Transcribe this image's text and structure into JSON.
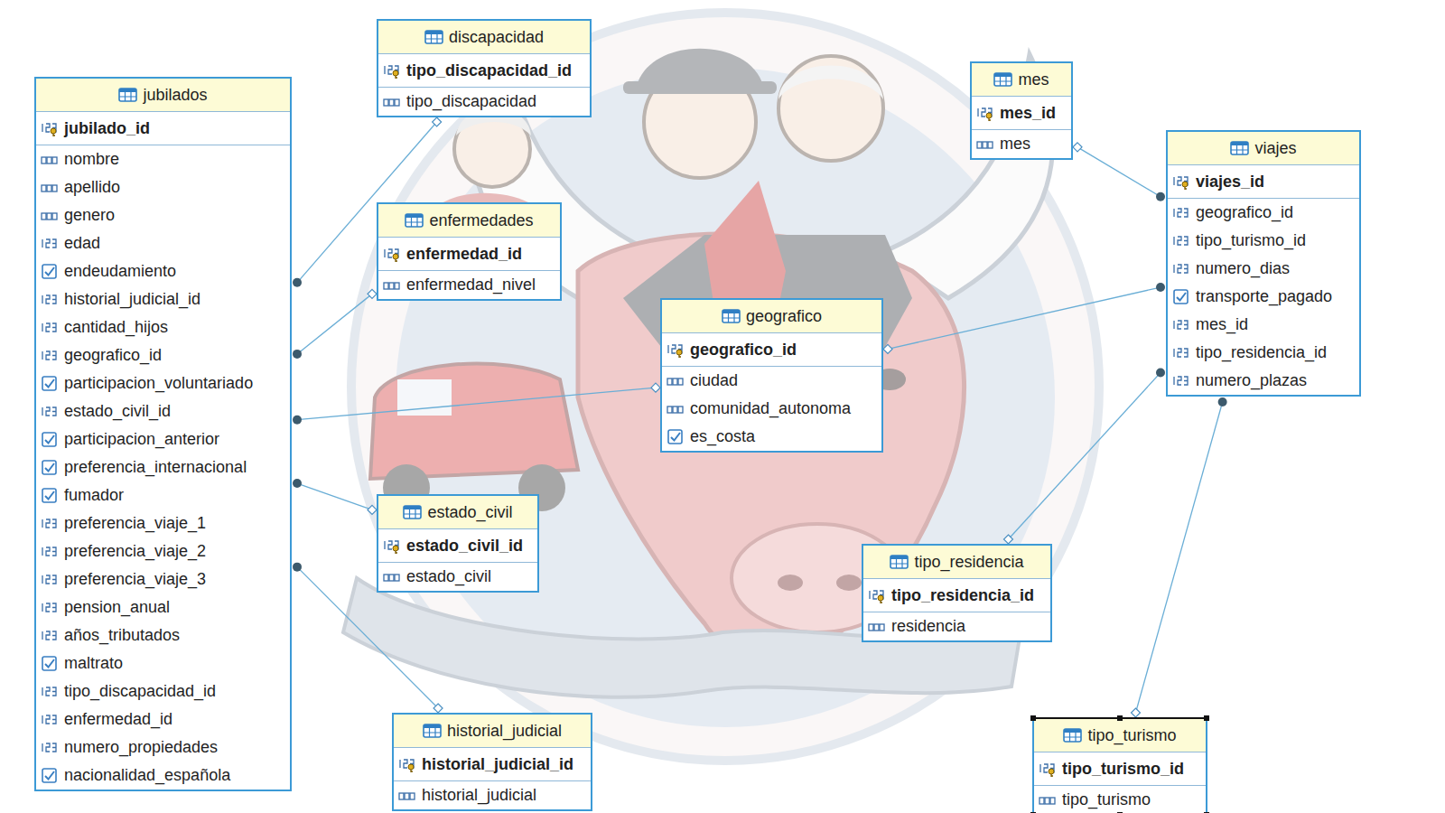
{
  "diagram": {
    "nodes": [
      {
        "text": [
          "jubilados",
          "jubilado_id",
          "nombre",
          "apellido",
          "genero",
          "edad",
          "endeudamiento",
          "historial_judicial_id",
          "cantidad_hijos",
          "geografico_id",
          "participacion_voluntariado",
          "estado_civil_id",
          "participacion_anterior",
          "preferencia_internacional",
          "fumador",
          "preferencia_viaje_1",
          "preferencia_viaje_2",
          "preferencia_viaje_3",
          "pension_anual",
          "años_tributados",
          "maltrato",
          "tipo_discapacidad_id",
          "enfermedad_id",
          "numero_propiedades",
          "nacionalidad_española"
        ]
      },
      {
        "text": [
          "discapacidad",
          "tipo_discapacidad_id",
          "tipo_discapacidad"
        ]
      },
      {
        "text": [
          "enfermedades",
          "enfermedad_id",
          "enfermedad_nivel"
        ]
      },
      {
        "text": [
          "mes",
          "mes_id",
          "mes"
        ]
      },
      {
        "text": [
          "viajes",
          "viajes_id",
          "geografico_id",
          "tipo_turismo_id",
          "numero_dias",
          "transporte_pagado",
          "mes_id",
          "tipo_residencia_id",
          "numero_plazas"
        ]
      },
      {
        "text": [
          "geografico",
          "geografico_id",
          "ciudad",
          "comunidad_autonoma",
          "es_costa"
        ]
      },
      {
        "text": [
          "estado_civil",
          "estado_civil_id",
          "estado_civil"
        ]
      },
      {
        "text": [
          "tipo_residencia",
          "tipo_residencia_id",
          "residencia"
        ]
      },
      {
        "text": [
          "historial_judicial",
          "historial_judicial_id",
          "historial_judicial"
        ]
      },
      {
        "text": [
          "tipo_turismo",
          "tipo_turismo_id",
          "tipo_turismo"
        ]
      }
    ],
    "edges": [
      {
        "from": 0,
        "to": 1,
        "arrow": "none"
      },
      {
        "from": 0,
        "to": 2,
        "arrow": "none"
      },
      {
        "from": 0,
        "to": 5,
        "arrow": "none"
      },
      {
        "from": 0,
        "to": 6,
        "arrow": "none"
      },
      {
        "from": 0,
        "to": 8,
        "arrow": "none"
      },
      {
        "from": 4,
        "to": 3,
        "arrow": "none"
      },
      {
        "from": 4,
        "to": 5,
        "arrow": "none"
      },
      {
        "from": 4,
        "to": 7,
        "arrow": "none"
      },
      {
        "from": 4,
        "to": 9,
        "arrow": "none"
      }
    ]
  }
}
